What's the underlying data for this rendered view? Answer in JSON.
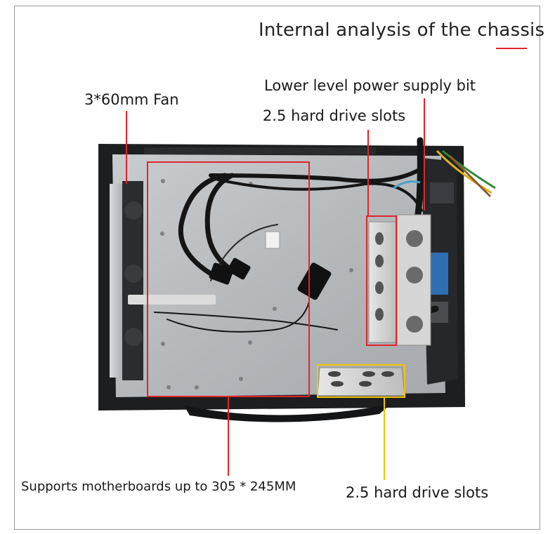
{
  "title": "Internal analysis of the chassis",
  "labels": {
    "fan": "3*60mm Fan",
    "psu": "Lower level power supply bit",
    "hdd_top": "2.5 hard drive slots",
    "motherboard": "Supports motherboards up to 305 * 245MM",
    "hdd_bottom": "2.5 hard drive slots"
  },
  "colors": {
    "callout_red": "#e0252b",
    "callout_yellow": "#f2c500",
    "chassis_steel": "#b9bcbe",
    "chassis_black": "#1d1e20"
  }
}
